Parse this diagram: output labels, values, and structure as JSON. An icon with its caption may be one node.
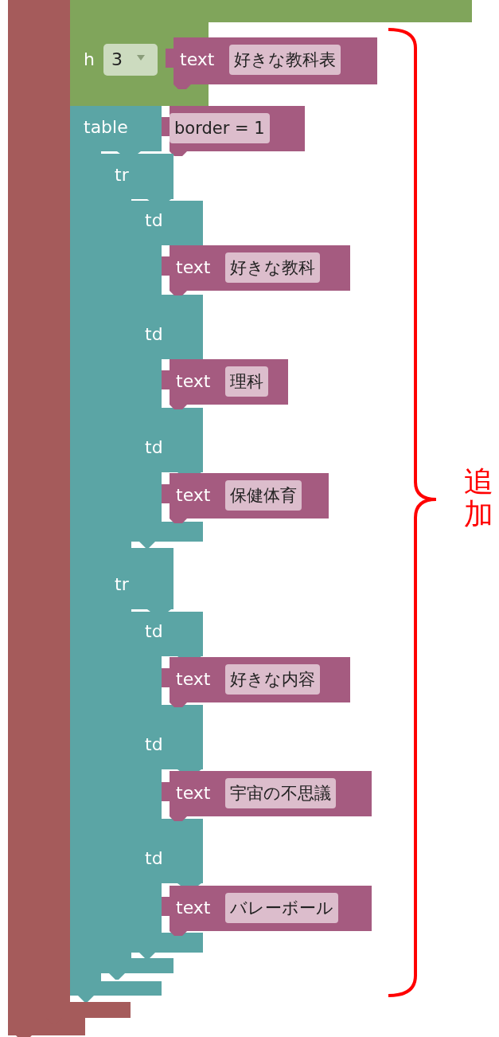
{
  "diagram": {
    "nodes": [
      {
        "text": [],
        "shape": "box"
      },
      {
        "text": [],
        "shape": "box"
      },
      {
        "text": [],
        "shape": "bar"
      },
      {
        "text": [
          "h"
        ]
      },
      {
        "text": [
          "3"
        ],
        "in": 3
      },
      {
        "text": [
          "text",
          "好きな教科表"
        ]
      },
      {
        "text": [
          "table"
        ]
      },
      {
        "text": [
          "border = 1"
        ]
      },
      {
        "text": [
          "tr"
        ]
      },
      {
        "text": [
          "td"
        ]
      },
      {
        "text": [
          "text",
          "好きな教科"
        ]
      },
      {
        "text": [
          "td"
        ]
      },
      {
        "text": [
          "text",
          "理科"
        ]
      },
      {
        "text": [
          "td"
        ]
      },
      {
        "text": [
          "text",
          "保健体育"
        ]
      },
      {
        "text": [
          "tr"
        ]
      },
      {
        "text": [
          "td"
        ]
      },
      {
        "text": [
          "text",
          "好きな内容"
        ]
      },
      {
        "text": [
          "td"
        ]
      },
      {
        "text": [
          "text",
          "宇宙の不思議"
        ]
      },
      {
        "text": [
          "td"
        ]
      },
      {
        "text": [
          "text",
          "バレーボール"
        ]
      }
    ],
    "labels": [
      "追加"
    ]
  }
}
